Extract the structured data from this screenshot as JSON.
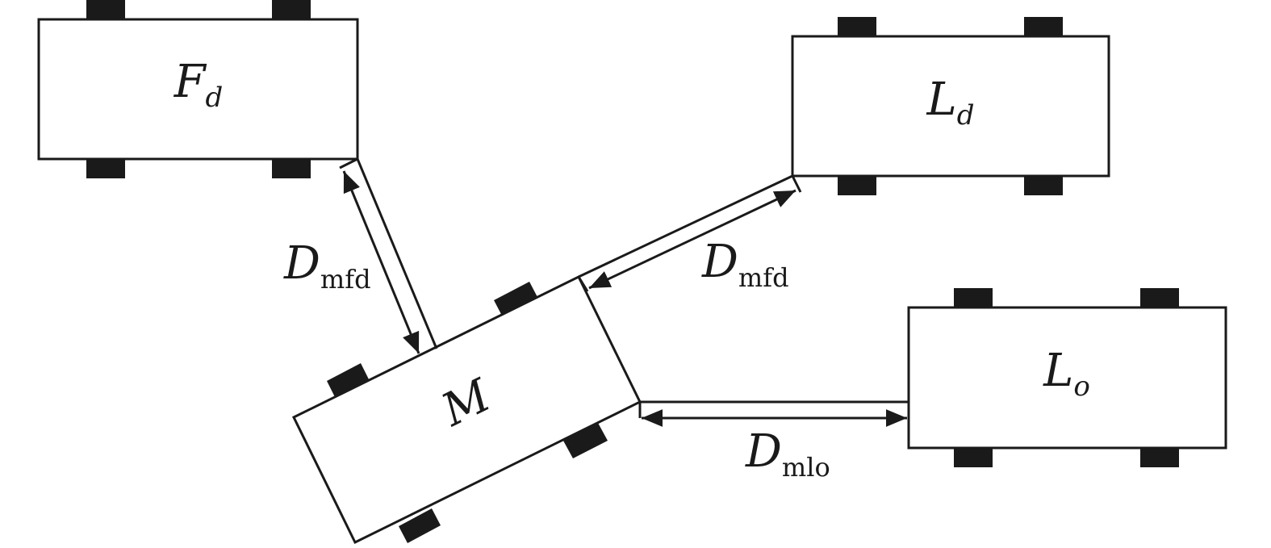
{
  "vehicles": {
    "fd": {
      "main": "F",
      "sub": "d"
    },
    "ld": {
      "main": "L",
      "sub": "d"
    },
    "lo": {
      "main": "L",
      "sub": "o"
    },
    "m": {
      "main": "M"
    }
  },
  "distances": {
    "left": {
      "main": "D",
      "sub": "mfd"
    },
    "right": {
      "main": "D",
      "sub": "mfd"
    },
    "bottom": {
      "main": "D",
      "sub": "mlo"
    }
  },
  "colors": {
    "stroke": "#1a1a1a",
    "fill": "#ffffff"
  }
}
